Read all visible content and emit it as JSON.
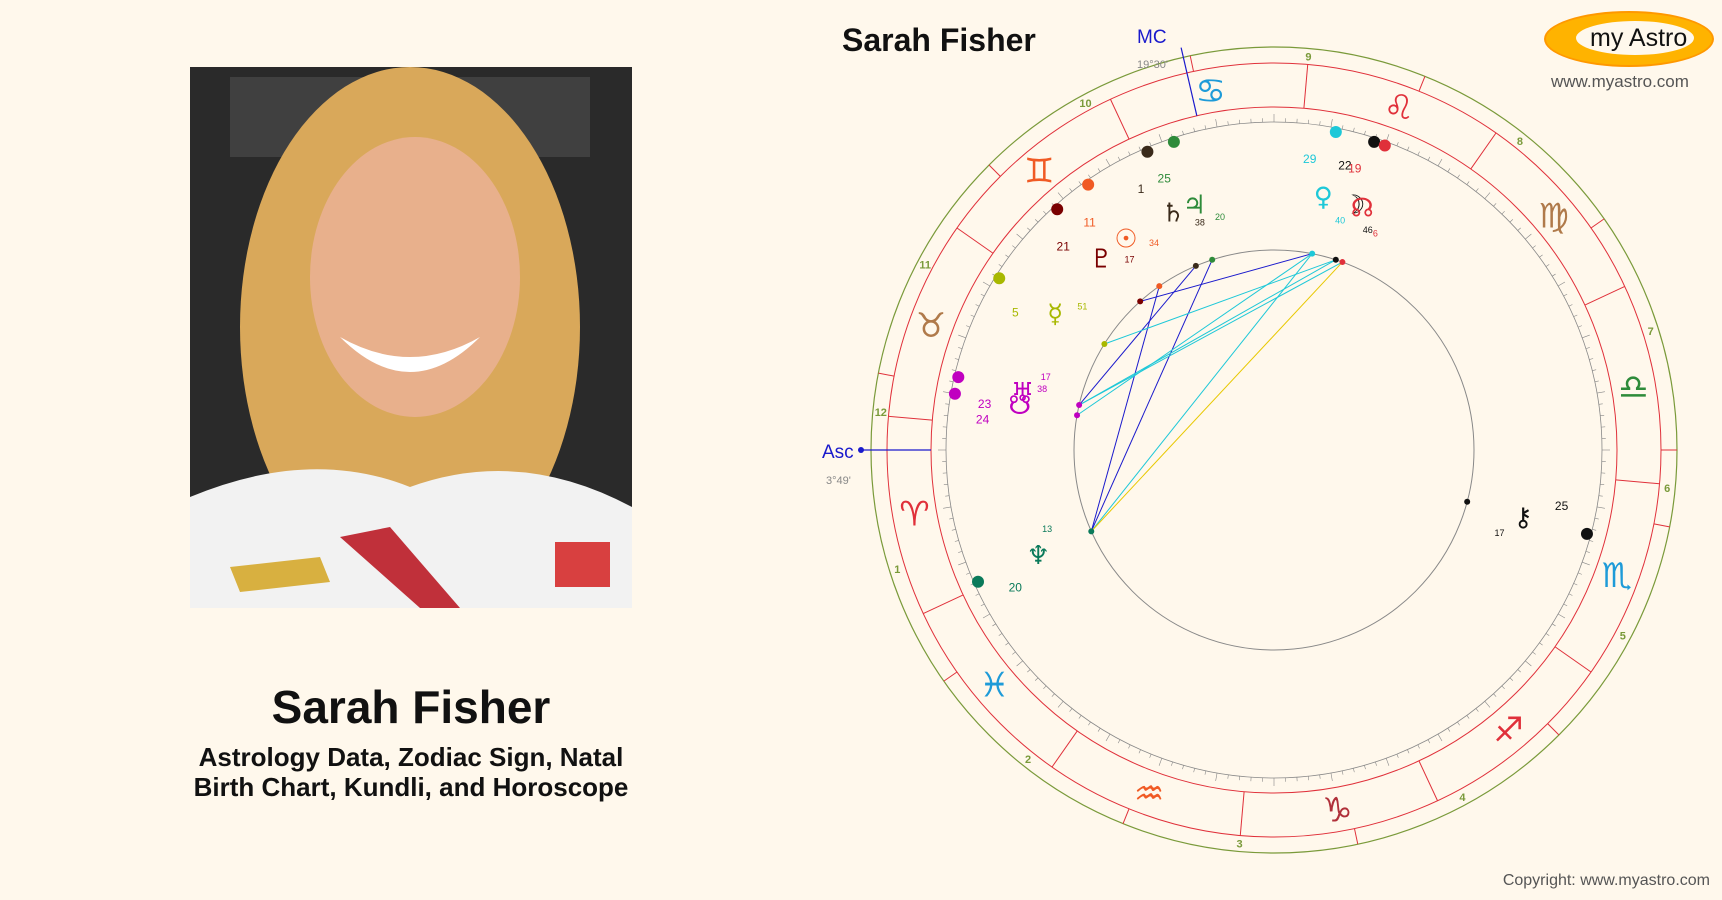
{
  "person": {
    "name": "Sarah Fisher",
    "subtitle_line1": "Astrology Data, Zodiac Sign, Natal",
    "subtitle_line2": "Birth Chart, Kundli, and Horoscope"
  },
  "chart": {
    "title": "Sarah Fisher",
    "mc_label": "MC",
    "mc_degree": "19°30'",
    "asc_label": "Asc",
    "asc_degree": "3°49'"
  },
  "brand": {
    "logo_text": "my Astro",
    "site": "www.myastro.com",
    "copyright": "Copyright: www.myastro.com"
  },
  "colors": {
    "background": "#fff8ec",
    "outer_ring": "#7a9a3a",
    "house_lines": "#e0303a",
    "logo_fill": "#ffb300"
  },
  "zodiac": [
    {
      "glyph": "♈",
      "name": "aries",
      "color": "#e0303a"
    },
    {
      "glyph": "♉",
      "name": "taurus",
      "color": "#b07a4a"
    },
    {
      "glyph": "♊",
      "name": "gemini",
      "color": "#f05a24"
    },
    {
      "glyph": "♋",
      "name": "cancer",
      "color": "#1e9bd8"
    },
    {
      "glyph": "♌",
      "name": "leo",
      "color": "#e0303a"
    },
    {
      "glyph": "♍",
      "name": "virgo",
      "color": "#b07a4a"
    },
    {
      "glyph": "♎",
      "name": "libra",
      "color": "#2e8b3a"
    },
    {
      "glyph": "♏",
      "name": "scorpio",
      "color": "#1e9bd8"
    },
    {
      "glyph": "♐",
      "name": "sagittarius",
      "color": "#e0303a"
    },
    {
      "glyph": "♑",
      "name": "capricorn",
      "color": "#b0303a"
    },
    {
      "glyph": "♒",
      "name": "aquarius",
      "color": "#f05a24"
    },
    {
      "glyph": "♓",
      "name": "pisces",
      "color": "#1e9bd8"
    }
  ],
  "houses": [
    "1",
    "2",
    "3",
    "4",
    "5",
    "6",
    "7",
    "8",
    "9",
    "10",
    "11",
    "12"
  ],
  "planets": [
    {
      "name": "jupiter",
      "glyph": "♃",
      "deg": "25",
      "min": "20",
      "color": "#2e8b3a"
    },
    {
      "name": "saturn",
      "glyph": "♄",
      "deg": "1",
      "min": "38",
      "color": "#3a2a1a"
    },
    {
      "name": "sun",
      "glyph": "☉",
      "deg": "11",
      "min": "34",
      "color": "#f05a24"
    },
    {
      "name": "pluto",
      "glyph": "♇",
      "deg": "21",
      "min": "17",
      "color": "#7a0000"
    },
    {
      "name": "mercury",
      "glyph": "☿",
      "deg": "5",
      "min": "51",
      "color": "#a8b800"
    },
    {
      "name": "uranus",
      "glyph": "♅",
      "deg": "23",
      "min": "17",
      "color": "#c000c0"
    },
    {
      "name": "node-south",
      "glyph": "☋",
      "deg": "24",
      "min": "38",
      "color": "#c000c0"
    },
    {
      "name": "neptune",
      "glyph": "♆",
      "deg": "20",
      "min": "13",
      "color": "#0a7a5a"
    },
    {
      "name": "venus",
      "glyph": "♀",
      "deg": "29",
      "min": "40",
      "color": "#1ec8d8"
    },
    {
      "name": "moon",
      "glyph": "☽",
      "deg": "22",
      "min": "46",
      "color": "#111111"
    },
    {
      "name": "node-north",
      "glyph": "☊",
      "deg": "19",
      "min": "6",
      "color": "#e0303a"
    },
    {
      "name": "chiron",
      "glyph": "⚷",
      "deg": "25",
      "min": "17",
      "color": "#111111"
    }
  ]
}
